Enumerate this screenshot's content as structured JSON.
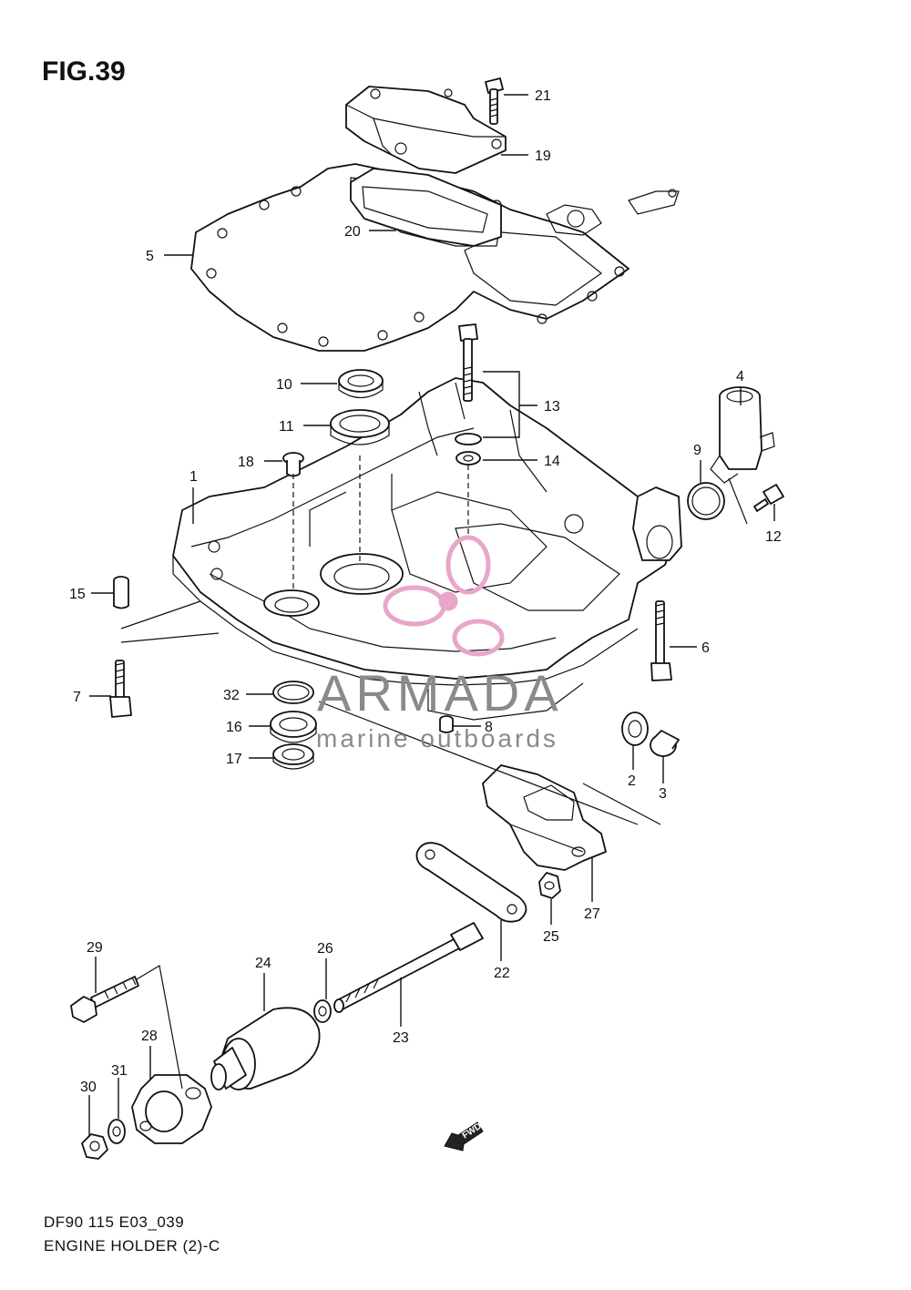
{
  "figure_title": "FIG.39",
  "footer": {
    "code": "DF90 115 E03_039",
    "name": "ENGINE HOLDER (2)-C"
  },
  "watermark": {
    "brand": "ARMADA",
    "tagline": "marine outboards",
    "logo_color": "#e8a6c8"
  },
  "fwd_label": "FWD",
  "callouts": [
    "1",
    "2",
    "3",
    "4",
    "5",
    "6",
    "7",
    "8",
    "9",
    "10",
    "11",
    "12",
    "13",
    "14",
    "15",
    "16",
    "17",
    "18",
    "19",
    "20",
    "21",
    "22",
    "23",
    "24",
    "25",
    "26",
    "27",
    "28",
    "29",
    "30",
    "31",
    "32"
  ]
}
